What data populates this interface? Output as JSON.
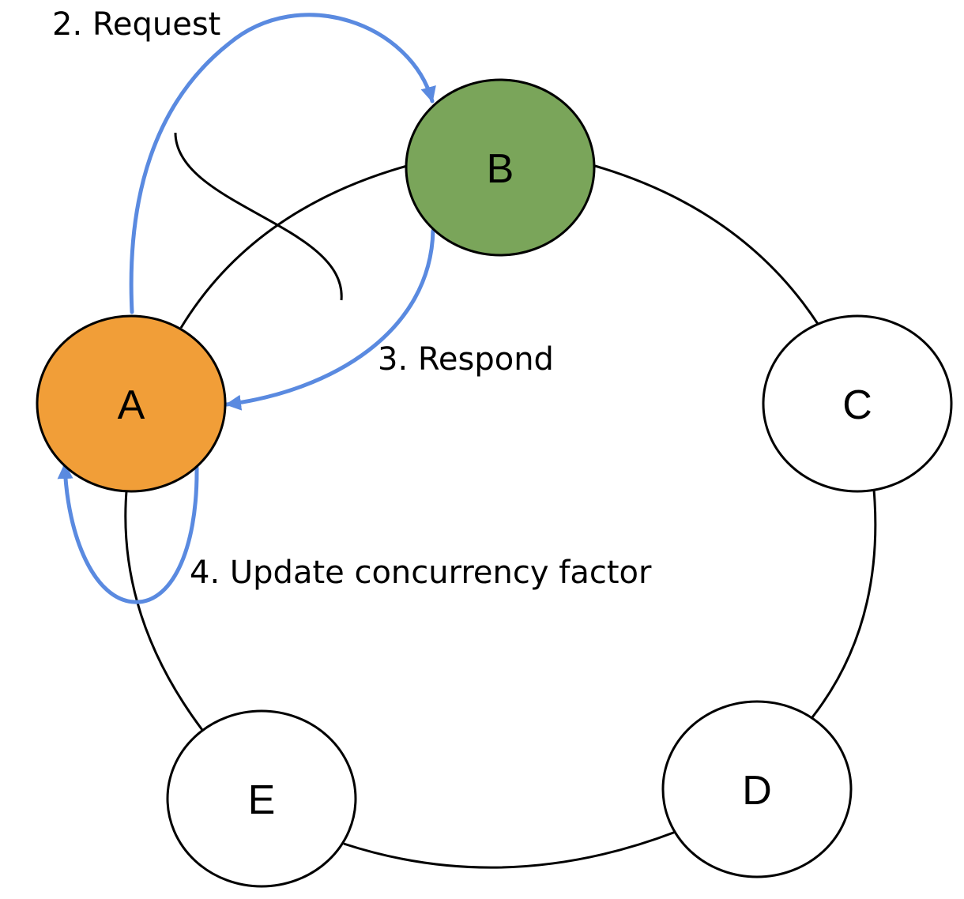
{
  "diagram": {
    "colors": {
      "arrow": "#5a8ae0",
      "outline": "#000000",
      "node_default": "#ffffff"
    },
    "nodes": [
      {
        "id": "A",
        "label": "A",
        "fill": "#f19e38"
      },
      {
        "id": "B",
        "label": "B",
        "fill": "#7aa55a"
      },
      {
        "id": "C",
        "label": "C",
        "fill": "#ffffff"
      },
      {
        "id": "D",
        "label": "D",
        "fill": "#ffffff"
      },
      {
        "id": "E",
        "label": "E",
        "fill": "#ffffff"
      }
    ],
    "steps": {
      "request": "2. Request",
      "respond": "3. Respond",
      "update": "4. Update concurrency factor"
    }
  }
}
